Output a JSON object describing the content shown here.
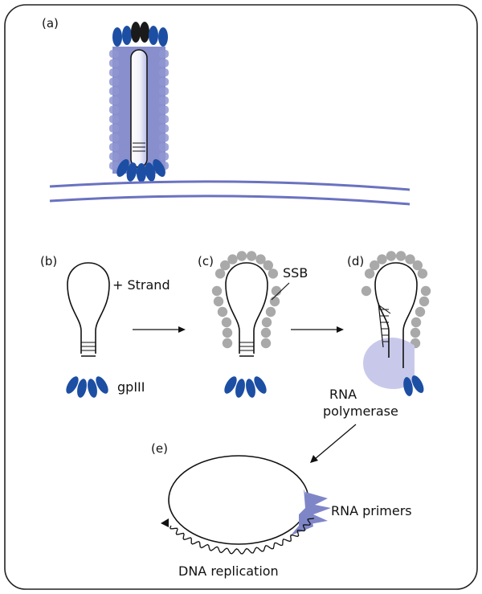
{
  "panels": {
    "a": "(a)",
    "b": "(b)",
    "c": "(c)",
    "d": "(d)",
    "e": "(e)"
  },
  "labels": {
    "plus_strand": "+ Strand",
    "gpIII": "gpIII",
    "ssb": "SSB",
    "rna_polymerase_line1": "RNA",
    "rna_polymerase_line2": "polymerase",
    "rna_primers": "RNA primers",
    "dna_replication": "DNA replication"
  },
  "colors": {
    "coat_light": "#8f97d1",
    "coat_mid": "#7b83c6",
    "gpIII_blue": "#1c4ea3",
    "gpVIII_black": "#1a1a1a",
    "ssb_gray": "#a9a9a9",
    "polymerase_lilac": "#c8c9ea",
    "primer_blue": "#7f86c8",
    "membrane": "#6a72c0",
    "strand": "#111111"
  }
}
